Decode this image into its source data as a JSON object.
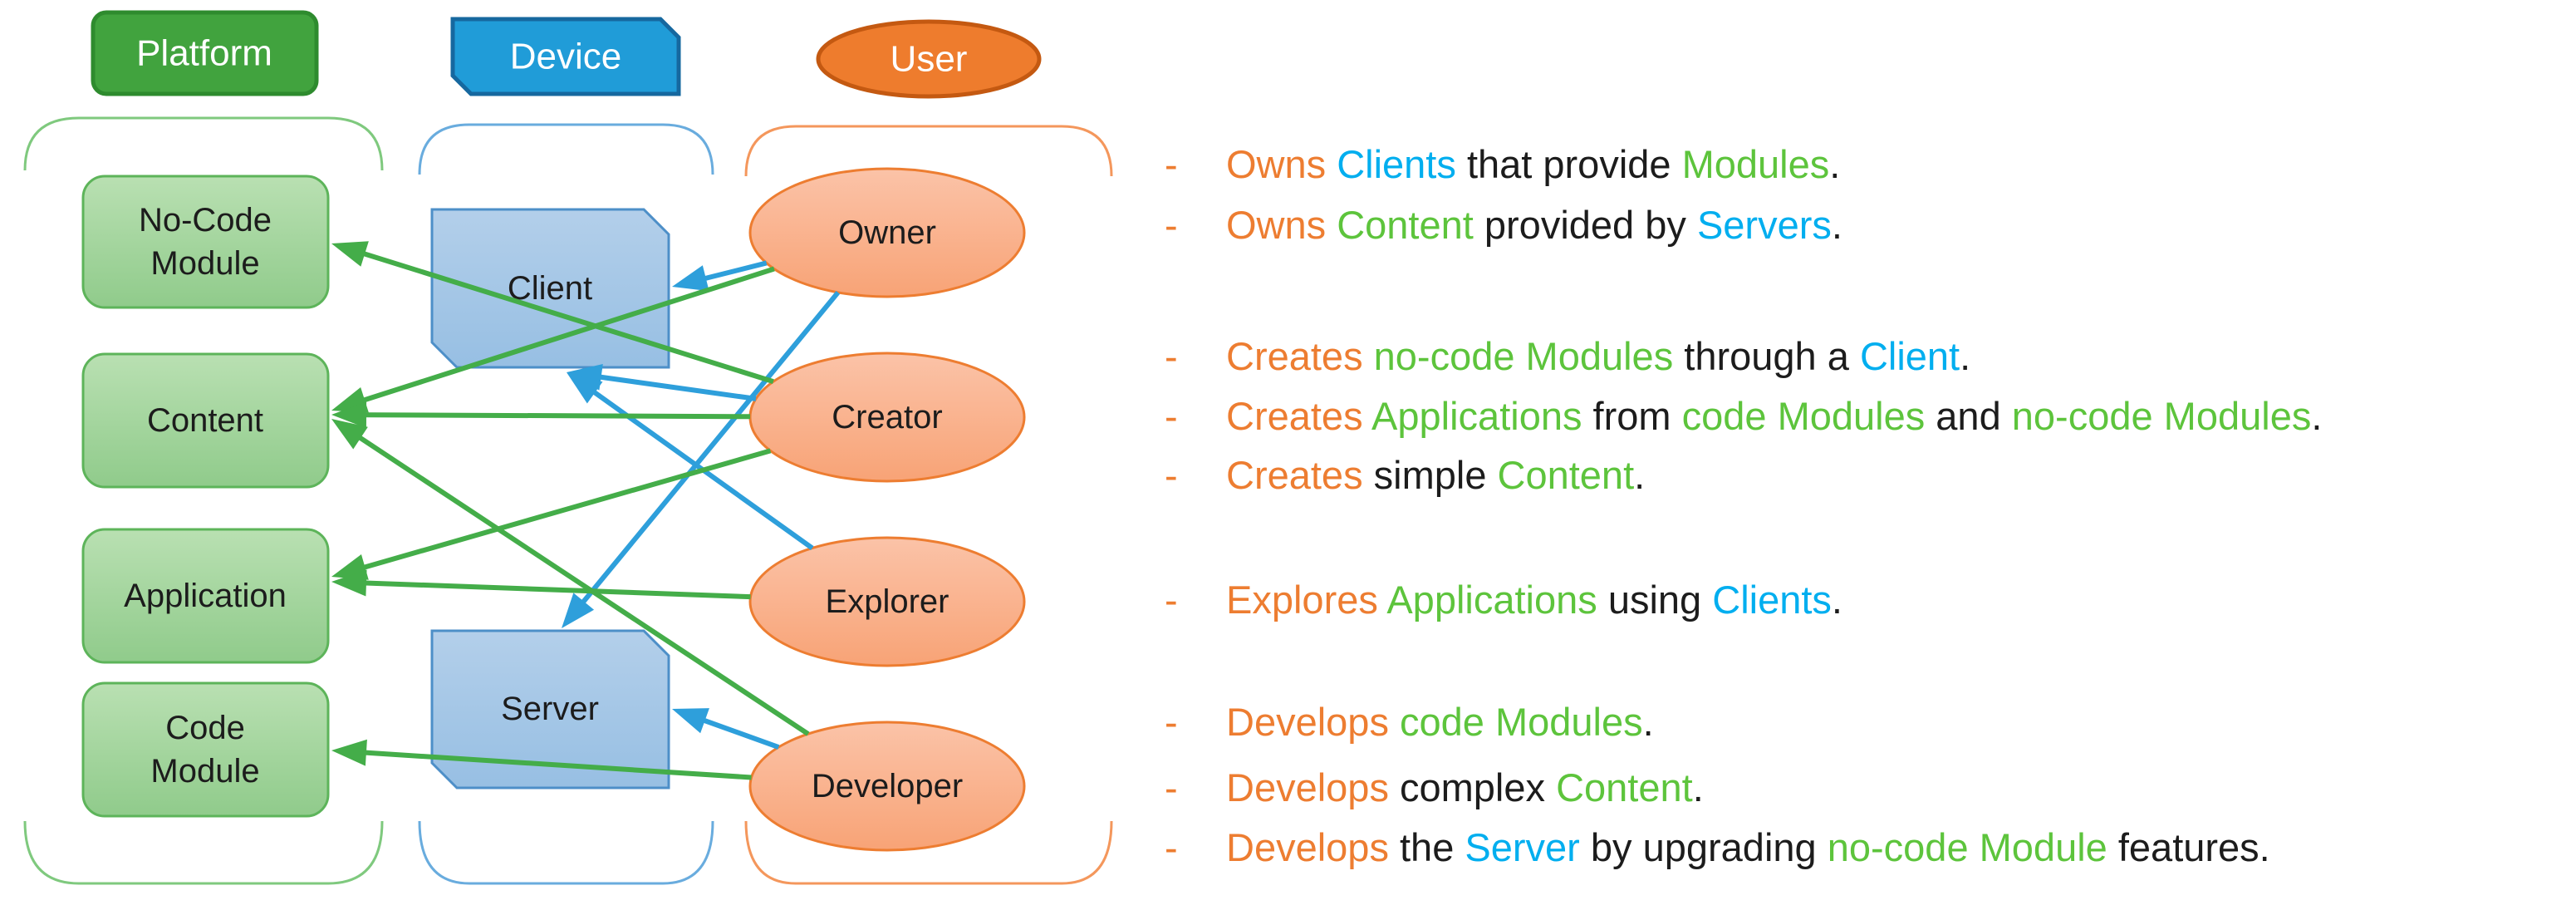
{
  "palette": {
    "orange": "#ED7D31",
    "blue": "#00AEEF",
    "green": "#5DC43C",
    "black": "#1C1C1C",
    "arrow_green": "#44AD49",
    "arrow_blue": "#2E9FDB",
    "platform_fill": "#41A33E",
    "platform_border": "#2E8B2E",
    "device_fill": "#209CD8",
    "device_border": "#16689F",
    "user_fill": "#EE7C2D",
    "user_border": "#C45911",
    "green_box_border": "#5DB45A",
    "blue_shape_border": "#4D8FC8",
    "ellipse_border": "#ED7D31",
    "bracket_green": "#7FC97E",
    "bracket_blue": "#69ACDE",
    "bracket_orange": "#F4975C"
  },
  "headers": {
    "platform": "Platform",
    "device": "Device",
    "user": "User"
  },
  "labels": {
    "nocode_1": "No-Code",
    "nocode_2": "Module",
    "content": "Content",
    "application": "Application",
    "code_1": "Code",
    "code_2": "Module",
    "client": "Client",
    "server": "Server",
    "owner": "Owner",
    "creator": "Creator",
    "explorer": "Explorer",
    "developer": "Developer"
  },
  "edges": [
    {
      "from": "owner",
      "to": "client",
      "color": "blue"
    },
    {
      "from": "owner",
      "to": "server",
      "color": "blue"
    },
    {
      "from": "creator",
      "to": "client",
      "color": "blue"
    },
    {
      "from": "explorer",
      "to": "client",
      "color": "blue"
    },
    {
      "from": "developer",
      "to": "server",
      "color": "blue"
    },
    {
      "from": "owner",
      "to": "content",
      "color": "green"
    },
    {
      "from": "creator",
      "to": "nocode_module",
      "color": "green"
    },
    {
      "from": "creator",
      "to": "content",
      "color": "green"
    },
    {
      "from": "creator",
      "to": "application",
      "color": "green"
    },
    {
      "from": "explorer",
      "to": "application",
      "color": "green"
    },
    {
      "from": "developer",
      "to": "content",
      "color": "green"
    },
    {
      "from": "developer",
      "to": "code_module",
      "color": "green"
    }
  ],
  "notes": [
    {
      "dash": "-",
      "segments": [
        {
          "t": "Owns ",
          "c": "orange"
        },
        {
          "t": "Clients ",
          "c": "blue"
        },
        {
          "t": "that provide ",
          "c": "black"
        },
        {
          "t": "Modules",
          "c": "green"
        },
        {
          "t": ".",
          "c": "black"
        }
      ]
    },
    {
      "dash": "-",
      "segments": [
        {
          "t": "Owns ",
          "c": "orange"
        },
        {
          "t": "Content ",
          "c": "green"
        },
        {
          "t": "provided by ",
          "c": "black"
        },
        {
          "t": "Servers",
          "c": "blue"
        },
        {
          "t": ".",
          "c": "black"
        }
      ]
    },
    {
      "dash": "-",
      "segments": [
        {
          "t": "Creates ",
          "c": "orange"
        },
        {
          "t": "no-code Modules ",
          "c": "green"
        },
        {
          "t": "through a ",
          "c": "black"
        },
        {
          "t": "Client",
          "c": "blue"
        },
        {
          "t": ".",
          "c": "black"
        }
      ]
    },
    {
      "dash": "-",
      "segments": [
        {
          "t": "Creates ",
          "c": "orange"
        },
        {
          "t": "Applications ",
          "c": "green"
        },
        {
          "t": "from ",
          "c": "black"
        },
        {
          "t": "code Modules ",
          "c": "green"
        },
        {
          "t": "and ",
          "c": "black"
        },
        {
          "t": "no-code Modules",
          "c": "green"
        },
        {
          "t": ".",
          "c": "black"
        }
      ]
    },
    {
      "dash": "-",
      "segments": [
        {
          "t": "Creates ",
          "c": "orange"
        },
        {
          "t": "simple ",
          "c": "black"
        },
        {
          "t": "Content",
          "c": "green"
        },
        {
          "t": ".",
          "c": "black"
        }
      ]
    },
    {
      "dash": "-",
      "segments": [
        {
          "t": "Explores ",
          "c": "orange"
        },
        {
          "t": "Applications ",
          "c": "green"
        },
        {
          "t": "using ",
          "c": "black"
        },
        {
          "t": "Clients",
          "c": "blue"
        },
        {
          "t": ".",
          "c": "black"
        }
      ]
    },
    {
      "dash": "-",
      "segments": [
        {
          "t": "Develops ",
          "c": "orange"
        },
        {
          "t": "code Modules",
          "c": "green"
        },
        {
          "t": ".",
          "c": "black"
        }
      ]
    },
    {
      "dash": "-",
      "segments": [
        {
          "t": "Develops ",
          "c": "orange"
        },
        {
          "t": "complex ",
          "c": "black"
        },
        {
          "t": "Content",
          "c": "green"
        },
        {
          "t": ".",
          "c": "black"
        }
      ]
    },
    {
      "dash": "-",
      "segments": [
        {
          "t": "Develops ",
          "c": "orange"
        },
        {
          "t": "the ",
          "c": "black"
        },
        {
          "t": "Server ",
          "c": "blue"
        },
        {
          "t": "by upgrading ",
          "c": "black"
        },
        {
          "t": "no-code Module ",
          "c": "green"
        },
        {
          "t": "features.",
          "c": "black"
        }
      ]
    }
  ]
}
